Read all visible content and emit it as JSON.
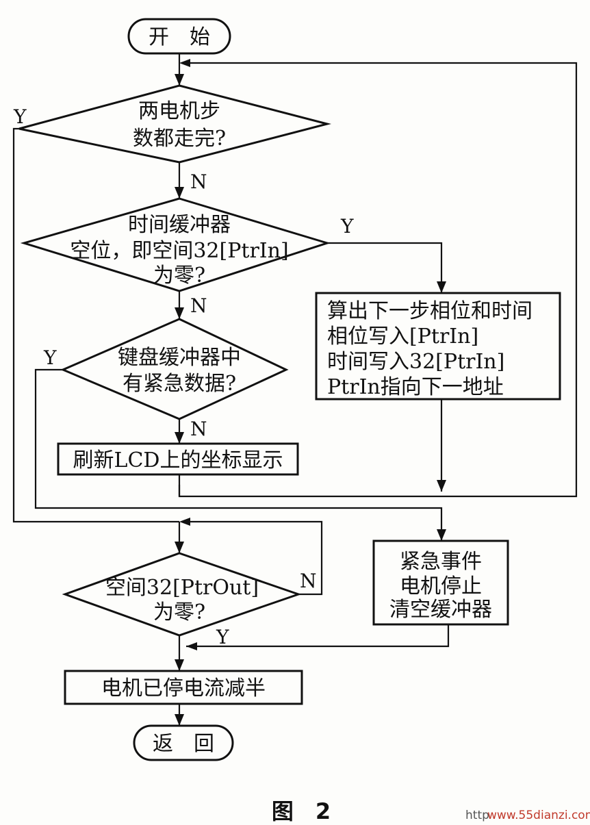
{
  "start": "开　始",
  "end": "返　回",
  "d1": [
    "两电机步",
    "数都走完?"
  ],
  "d2": [
    "时间缓冲器",
    "空位，即空间32[PtrIn]",
    "为零?"
  ],
  "d3": [
    "键盘缓冲器中",
    "有紧急数据?"
  ],
  "d4": [
    "空间32[PtrOut]",
    "为零?"
  ],
  "p_calc": [
    "算出下一步相位和时间",
    "相位写入[PtrIn]",
    "时间写入32[PtrIn]",
    "PtrIn指向下一地址"
  ],
  "p_lcd": "刷新LCD上的坐标显示",
  "p_emergency": [
    "紧急事件",
    "电机停止",
    "清空缓冲器"
  ],
  "p_halve": "电机已停电流减半",
  "labels": {
    "yes": "Y",
    "no": "N"
  },
  "caption": "图　2",
  "watermark": {
    "prefix": "http",
    "site": "www.55dianzi.com"
  }
}
